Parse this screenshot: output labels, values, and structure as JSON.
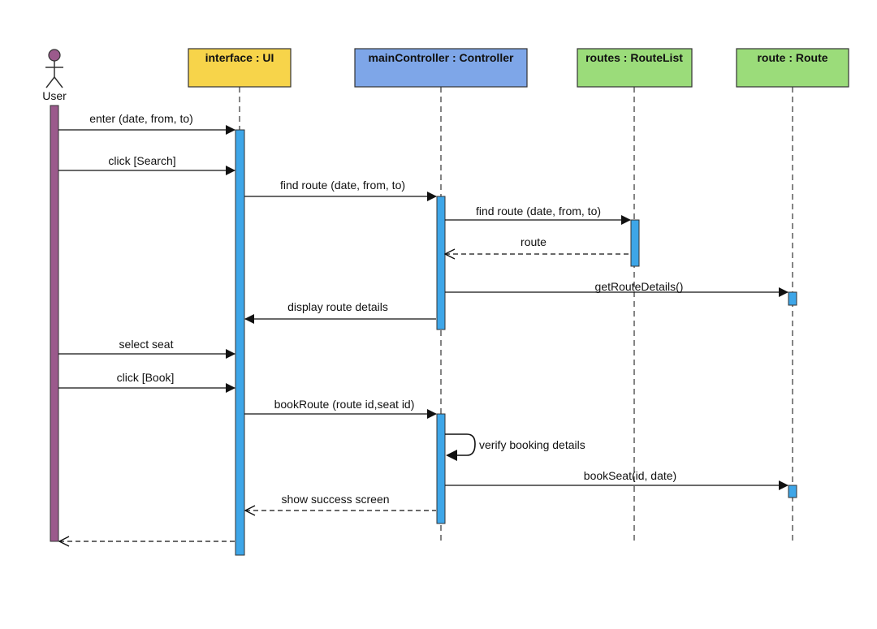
{
  "actor": {
    "label": "User",
    "color": "#9b5a8c"
  },
  "lifelines": [
    {
      "id": "ui",
      "label": "interface : UI",
      "fill": "#f7d44a"
    },
    {
      "id": "ctrl",
      "label": "mainController : Controller",
      "fill": "#7ea6e8"
    },
    {
      "id": "rl",
      "label": "routes : RouteList",
      "fill": "#9bdc7a"
    },
    {
      "id": "rt",
      "label": "route : Route",
      "fill": "#9bdc7a"
    }
  ],
  "activation_color": "#3ea6e8",
  "messages": [
    {
      "label": "enter (date, from, to)",
      "from": "user",
      "to": "ui",
      "kind": "sync"
    },
    {
      "label": "click [Search]",
      "from": "user",
      "to": "ui",
      "kind": "sync"
    },
    {
      "label": "find route (date, from, to)",
      "from": "ui",
      "to": "ctrl",
      "kind": "sync"
    },
    {
      "label": "find route (date, from, to)",
      "from": "ctrl",
      "to": "rl",
      "kind": "sync"
    },
    {
      "label": "route",
      "from": "rl",
      "to": "ctrl",
      "kind": "return"
    },
    {
      "label": "getRouteDetails()",
      "from": "ctrl",
      "to": "rt",
      "kind": "sync"
    },
    {
      "label": "display route details",
      "from": "ctrl",
      "to": "ui",
      "kind": "sync"
    },
    {
      "label": "select seat",
      "from": "user",
      "to": "ui",
      "kind": "sync"
    },
    {
      "label": "click [Book]",
      "from": "user",
      "to": "ui",
      "kind": "sync"
    },
    {
      "label": "bookRoute (route id,seat id)",
      "from": "ui",
      "to": "ctrl",
      "kind": "sync"
    },
    {
      "label": "verify booking details",
      "from": "ctrl",
      "to": "ctrl",
      "kind": "self"
    },
    {
      "label": "bookSeat(id, date)",
      "from": "ctrl",
      "to": "rt",
      "kind": "sync"
    },
    {
      "label": "show success screen",
      "from": "ctrl",
      "to": "ui",
      "kind": "return"
    },
    {
      "label": "",
      "from": "ui",
      "to": "user",
      "kind": "return"
    }
  ]
}
